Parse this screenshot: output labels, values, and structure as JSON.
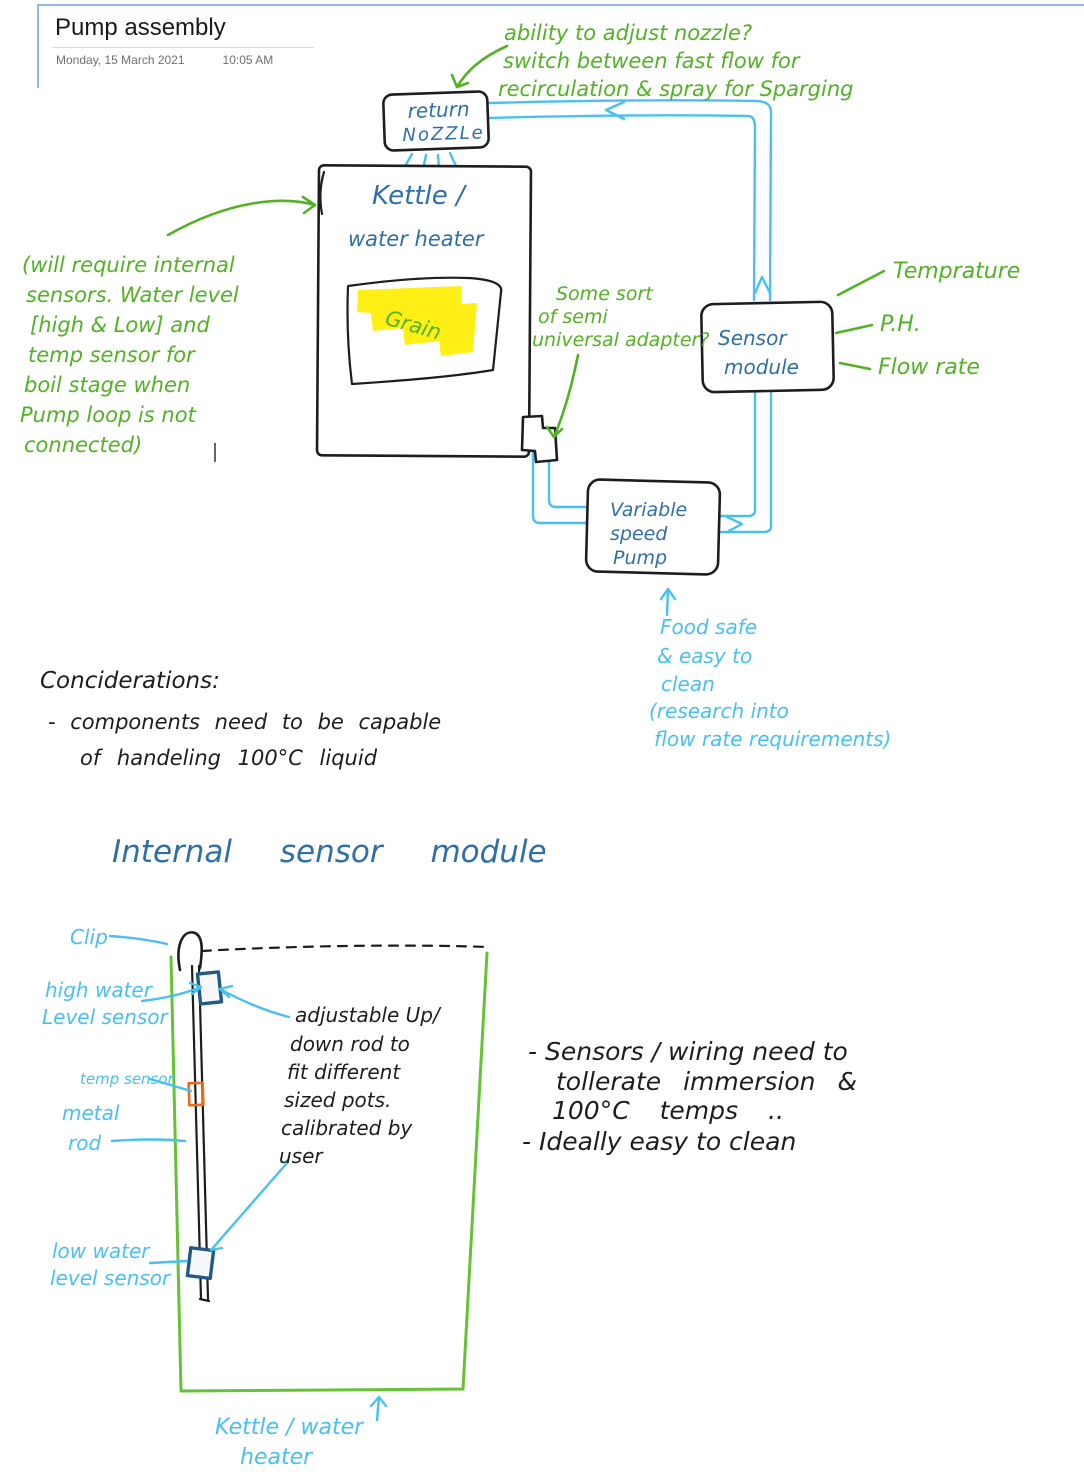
{
  "page": {
    "title": "Pump assembly",
    "date": "Monday, 15 March 2021",
    "time": "10:05 AM"
  },
  "diagram": {
    "nozzle_note": {
      "l1": "ability to adjust nozzle?",
      "l2": "switch between fast flow for",
      "l3": "recirculation & spray for Sparging"
    },
    "return_nozzle": {
      "l1": "return",
      "l2": "NoZZLe"
    },
    "kettle": {
      "l1": "Kettle /",
      "l2": "water heater",
      "grain": "Grain"
    },
    "kettle_note": {
      "l1": "(will require internal",
      "l2": "sensors. Water level",
      "l3": "[high & Low] and",
      "l4": "temp sensor for",
      "l5": "boil stage when",
      "l6": "Pump loop is not",
      "l7": "connected)"
    },
    "adapter_note": {
      "l1": "Some sort",
      "l2": "of semi",
      "l3": "universal adapter?"
    },
    "sensor_module": {
      "l1": "Sensor",
      "l2": "module"
    },
    "sensor_labels": {
      "l1": "Temprature",
      "l2": "P.H.",
      "l3": "Flow rate"
    },
    "pump": {
      "l1": "Variable",
      "l2": "speed",
      "l3": "Pump"
    },
    "pump_note": {
      "l1": "Food safe",
      "l2": "& easy to",
      "l3": "clean",
      "l4": "(research into",
      "l5": "flow rate requirements)"
    }
  },
  "considerations": {
    "heading": "Conciderations:",
    "l1": "- components need to be capable",
    "l2": "of handeling 100°C liquid"
  },
  "internal_module": {
    "heading": "Internal sensor module",
    "clip": "Clip",
    "high_water": {
      "l1": "high water",
      "l2": "Level sensor"
    },
    "temp_sensor": "temp sensor",
    "metal_rod": {
      "l1": "metal",
      "l2": "rod"
    },
    "low_water": {
      "l1": "low water",
      "l2": "level sensor"
    },
    "adjust_note": {
      "l1": "adjustable Up/",
      "l2": "down rod to",
      "l3": "fit different",
      "l4": "sized pots.",
      "l5": "calibrated by",
      "l6": "user"
    },
    "right_note": {
      "l1": "- Sensors / wiring need to",
      "l2": "tollerate immersion &",
      "l3": "100°C temps ..",
      "l4": "- Ideally easy to clean"
    },
    "kettle_caption": {
      "l1": "Kettle / water",
      "l2": "heater"
    }
  },
  "colors": {
    "green_ink": "#53b125",
    "cyan_ink": "#49c0f0",
    "blue_ink": "#2f6fa7",
    "black_ink": "#1d1d1f",
    "kettle_outline_green": "#66c235",
    "highlight_yellow": "#ffee00",
    "temp_sensor_orange": "#e96a1b",
    "water_sensor_navy": "#205a85"
  }
}
